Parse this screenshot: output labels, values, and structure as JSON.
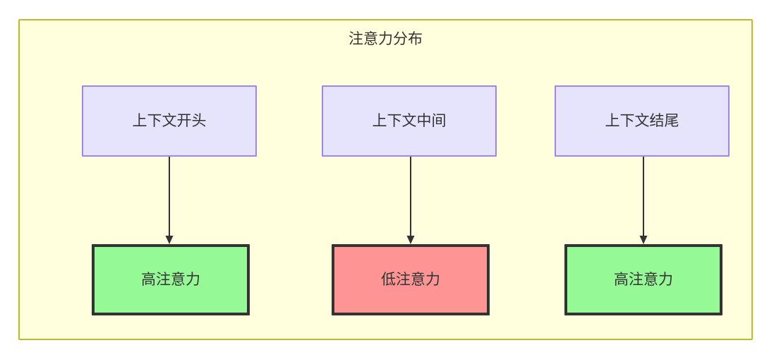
{
  "diagram": {
    "title": "注意力分布",
    "colors": {
      "container_fill": "#ffffdd",
      "container_border": "#bbbb33",
      "source_fill": "#e6e3fd",
      "source_border": "#9f86e8",
      "high_attention_fill": "#95fa95",
      "low_attention_fill": "#ff9494",
      "emphasis_border": "#333333",
      "edge": "#333333",
      "text": "#333333"
    },
    "columns": [
      {
        "source": {
          "label": "上下文开头"
        },
        "target": {
          "label": "高注意力",
          "level": "high"
        }
      },
      {
        "source": {
          "label": "上下文中间"
        },
        "target": {
          "label": "低注意力",
          "level": "low"
        }
      },
      {
        "source": {
          "label": "上下文结尾"
        },
        "target": {
          "label": "高注意力",
          "level": "high"
        }
      }
    ]
  }
}
